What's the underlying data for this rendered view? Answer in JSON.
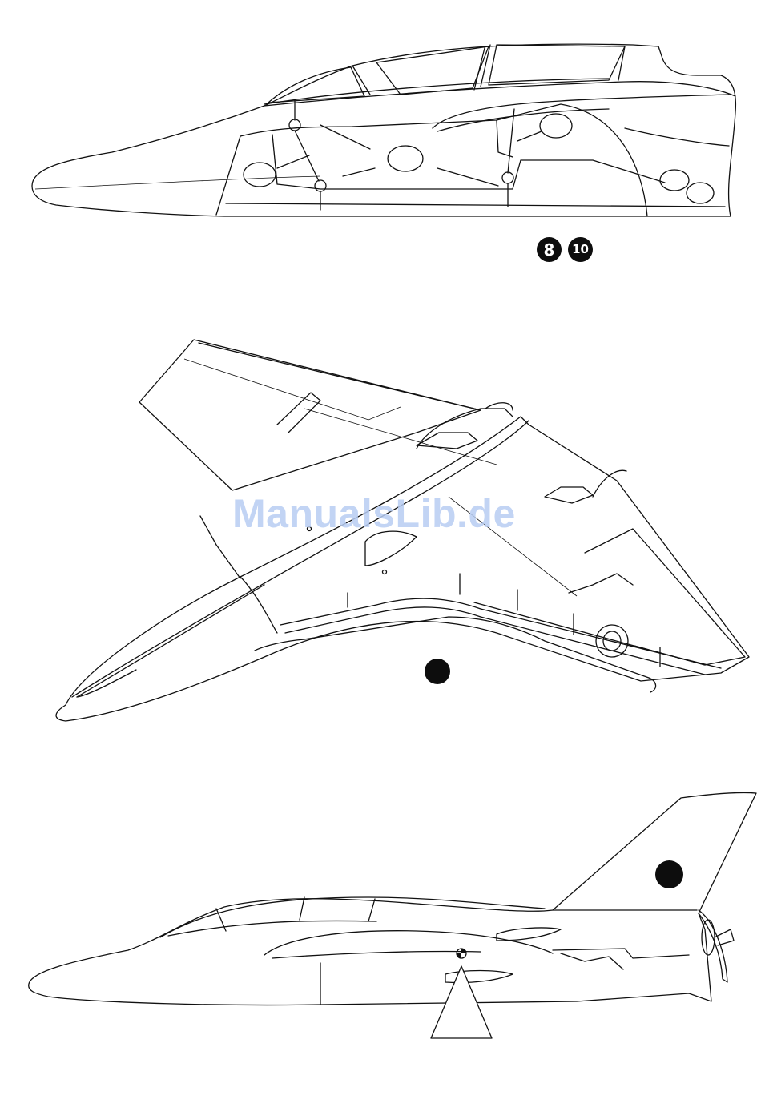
{
  "figure_top": {
    "step_badges": [
      "8",
      "10"
    ]
  },
  "figure_middle": {
    "watermark": "ManualsLib.de"
  },
  "figure_bottom": {},
  "colors": {
    "ink": "#111111",
    "watermark": "#b8cdf3",
    "paper": "#ffffff"
  }
}
